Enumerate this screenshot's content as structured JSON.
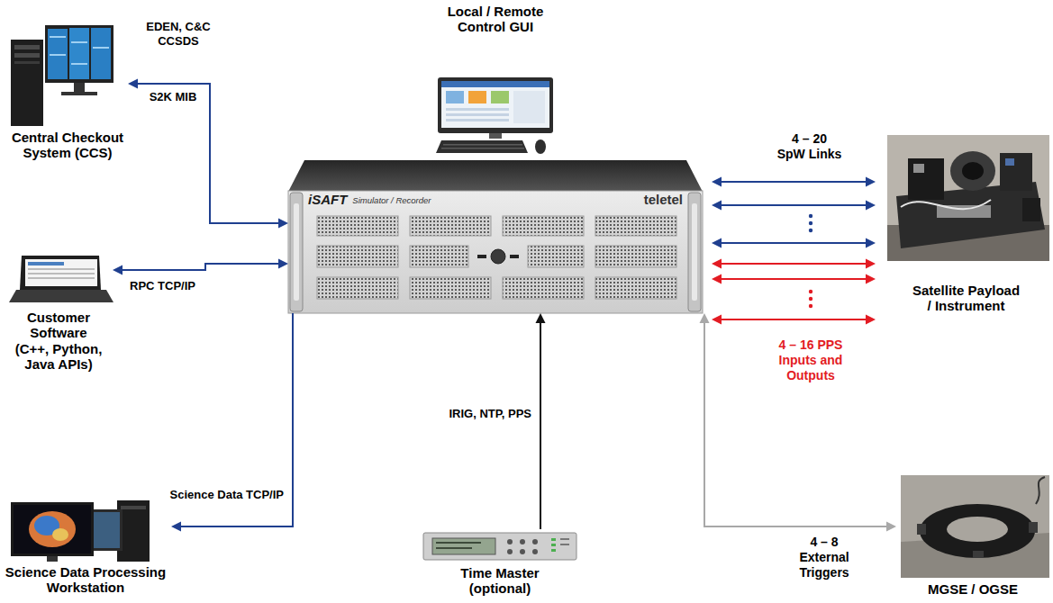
{
  "diagram": {
    "nodes": [
      {
        "text": [
          "Central Checkout System (CCS)"
        ]
      },
      {
        "text": [
          "Local / Remote Control GUI"
        ]
      },
      {
        "text": [
          "iSAFT",
          "Simulator / Recorder",
          "teletel"
        ]
      },
      {
        "text": [
          "Satellite Payload / Instrument"
        ]
      },
      {
        "text": [
          "Customer Software (C++, Python, Java APIs)"
        ]
      },
      {
        "text": [
          "Science Data Processing Workstation"
        ]
      },
      {
        "text": [
          "Time Master (optional)"
        ]
      },
      {
        "text": [
          "MGSE / OGSE"
        ]
      }
    ],
    "edges": [
      {
        "from": 0,
        "to": 2,
        "arrow": "both",
        "label": "EDEN, C&C CCSDS"
      },
      {
        "from": 4,
        "to": 2,
        "arrow": "both",
        "label": "RPC TCP/IP"
      },
      {
        "from": 2,
        "to": 5,
        "arrow": "to",
        "label": "Science Data TCP/IP"
      },
      {
        "from": 6,
        "to": 2,
        "arrow": "to",
        "label": "IRIG, NTP, PPS"
      },
      {
        "from": 2,
        "to": 3,
        "arrow": "both",
        "label": "4 – 20 SpW Links"
      },
      {
        "from": 2,
        "to": 3,
        "arrow": "both"
      },
      {
        "from": 2,
        "to": 3,
        "arrow": "both"
      },
      {
        "from": 2,
        "to": 3,
        "arrow": "both",
        "label": "4 – 16 PPS Inputs and Outputs"
      },
      {
        "from": 2,
        "to": 3,
        "arrow": "both"
      },
      {
        "from": 2,
        "to": 3,
        "arrow": "both"
      },
      {
        "from": 2,
        "to": 7,
        "arrow": "both",
        "label": "4 – 8 External Triggers"
      }
    ],
    "labels": [
      "S2K MIB"
    ]
  }
}
